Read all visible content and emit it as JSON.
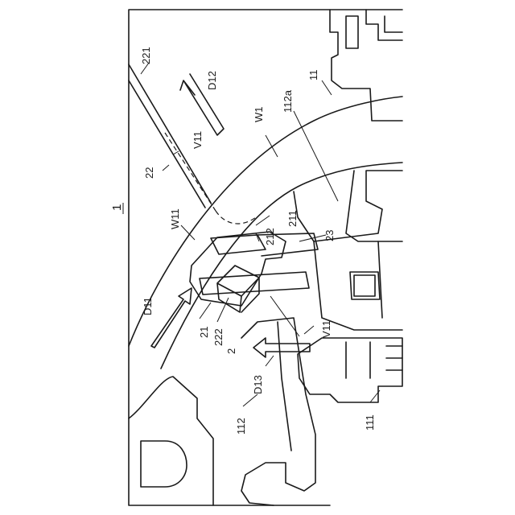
{
  "figure": {
    "number": "1"
  },
  "labels": {
    "l221": "221",
    "lD12": "D12",
    "l11": "11",
    "lW1": "W1",
    "l112a": "112a",
    "lV11a": "V11",
    "l22": "22",
    "lW11": "W11",
    "l211": "211",
    "l212": "212",
    "l23": "23",
    "lD11": "D11",
    "l21": "21",
    "l222": "222",
    "l2": "2",
    "lV11b": "V11",
    "lD13": "D13",
    "l112": "112",
    "l111": "111"
  }
}
